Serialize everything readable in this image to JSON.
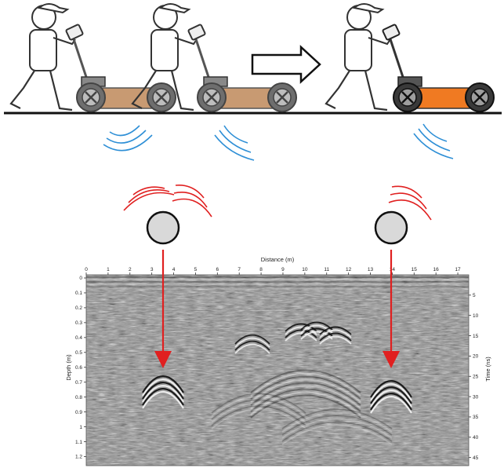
{
  "radargram": {
    "x_axis_title": "Distance (m)",
    "y_left_title": "Depth (m)",
    "y_right_title": "Time (ns)",
    "x_ticks": [
      "0",
      "1",
      "2",
      "3",
      "4",
      "5",
      "6",
      "7",
      "8",
      "9",
      "10",
      "11",
      "12",
      "13",
      "14",
      "15",
      "16",
      "17"
    ],
    "depth_ticks": [
      "0",
      "0.1",
      "0.2",
      "0.3",
      "0.4",
      "0.5",
      "0.6",
      "0.7",
      "0.8",
      "0.9",
      "1",
      "1.1",
      "1.2"
    ],
    "time_ticks": [
      "5",
      "10",
      "15",
      "20",
      "25",
      "30",
      "35",
      "40",
      "45"
    ]
  },
  "colors": {
    "wave_blue": "#2e8fd6",
    "wave_red": "#e02020",
    "arrow_red": "#e02020",
    "cart_brown": "#c89a72",
    "cart_orange": "#f07a22",
    "wheel_gray": "#6e6e6e",
    "wheel_dark": "#3a3a3a",
    "target_gray": "#d9d9d9"
  }
}
